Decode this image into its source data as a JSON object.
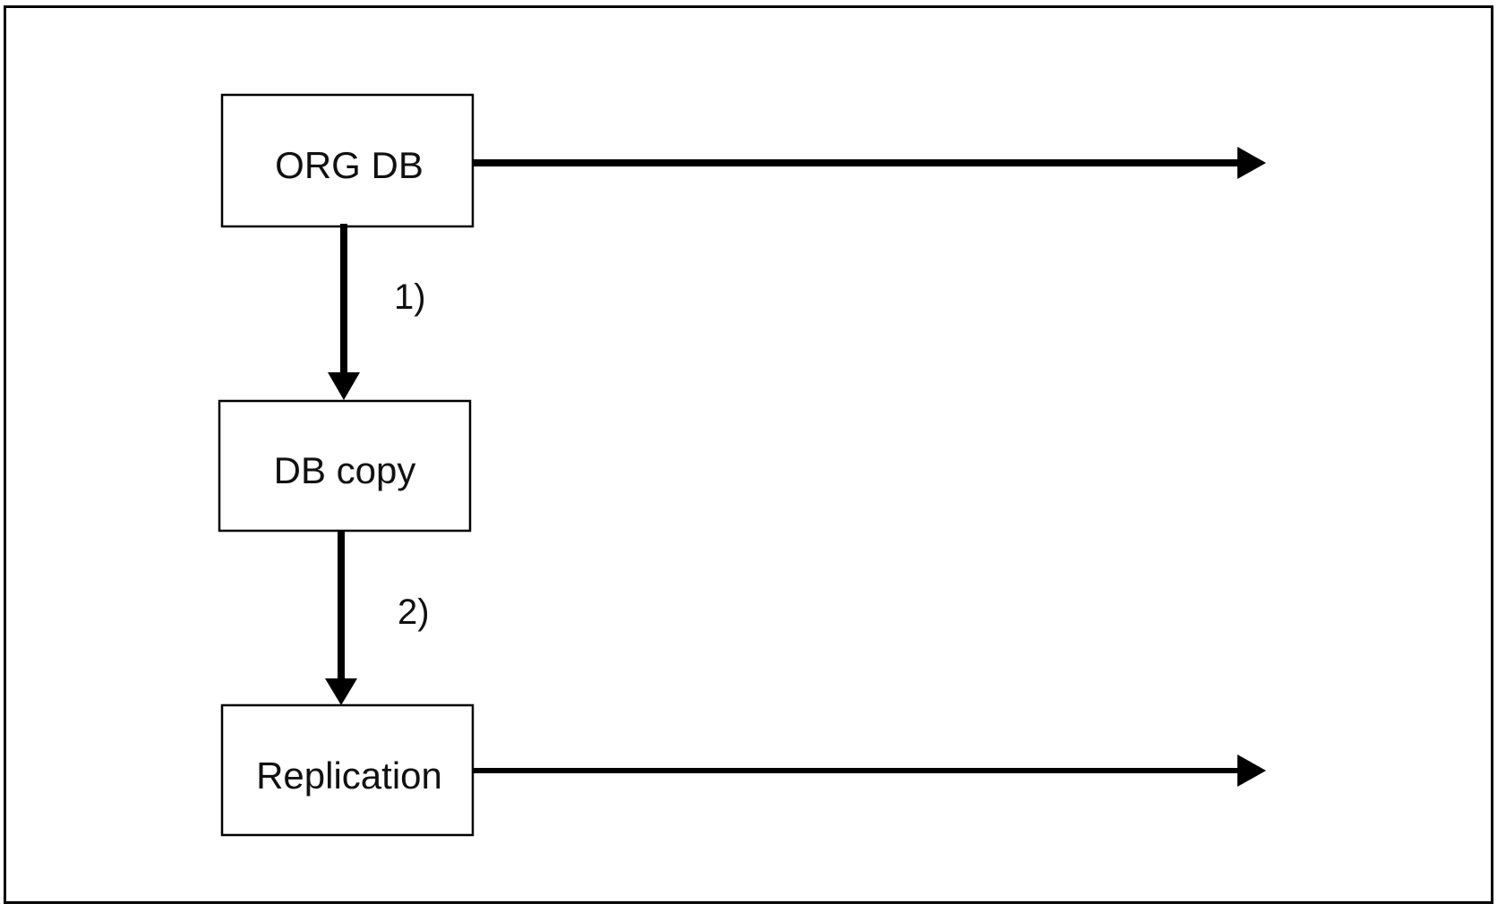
{
  "diagram": {
    "nodes": [
      {
        "id": "org_db",
        "label": "ORG DB"
      },
      {
        "id": "db_copy",
        "label": "DB copy"
      },
      {
        "id": "replication",
        "label": "Replication"
      }
    ],
    "edges": [
      {
        "from": "org_db",
        "to": "db_copy",
        "label": "1)"
      },
      {
        "from": "db_copy",
        "to": "replication",
        "label": "2)"
      },
      {
        "from": "org_db",
        "to": null,
        "label": ""
      },
      {
        "from": "replication",
        "to": null,
        "label": ""
      }
    ]
  }
}
